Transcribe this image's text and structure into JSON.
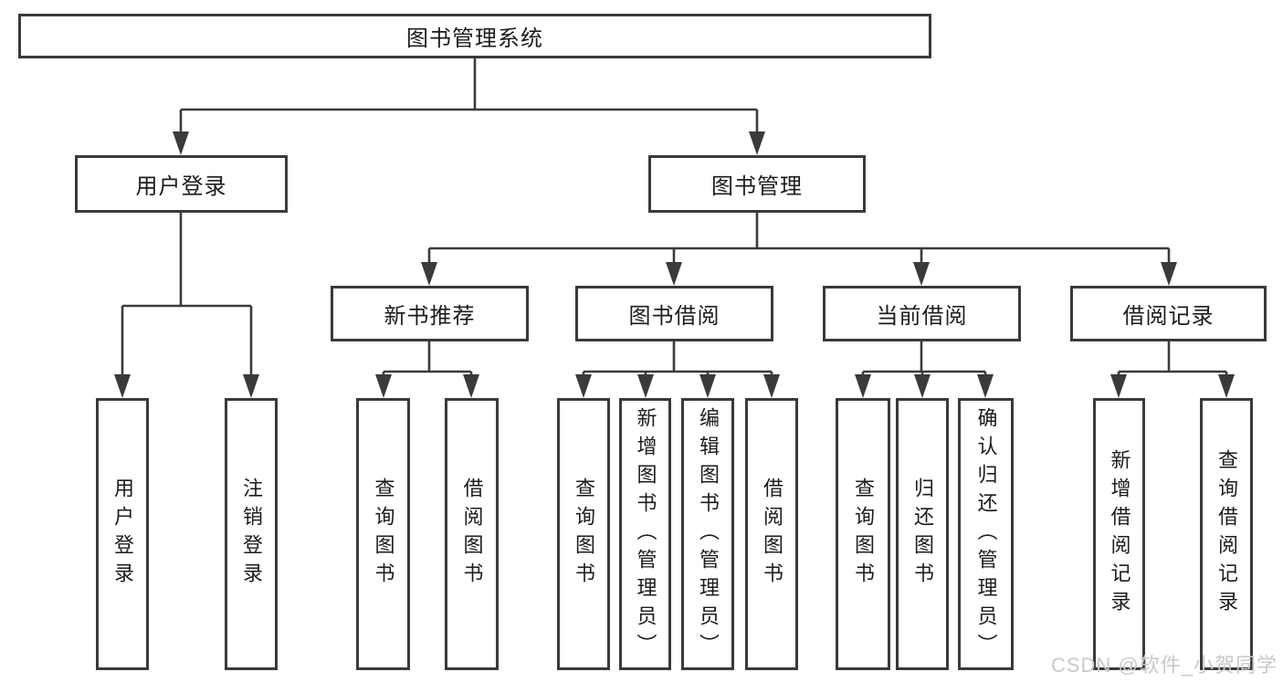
{
  "tree": {
    "root": {
      "label": "图书管理系统"
    },
    "branches": [
      {
        "label": "用户登录",
        "children": [
          {
            "label": "用户登录"
          },
          {
            "label": "注销登录"
          }
        ]
      },
      {
        "label": "图书管理",
        "children": [
          {
            "label": "新书推荐",
            "children": [
              {
                "label": "查询图书"
              },
              {
                "label": "借阅图书"
              }
            ]
          },
          {
            "label": "图书借阅",
            "children": [
              {
                "label": "查询图书"
              },
              {
                "label": "新增图书（管理员）"
              },
              {
                "label": "编辑图书（管理员）"
              },
              {
                "label": "借阅图书"
              }
            ]
          },
          {
            "label": "当前借阅",
            "children": [
              {
                "label": "查询图书"
              },
              {
                "label": "归还图书"
              },
              {
                "label": "确认归还（管理员）"
              }
            ]
          },
          {
            "label": "借阅记录",
            "children": [
              {
                "label": "新增借阅记录"
              },
              {
                "label": "查询借阅记录"
              }
            ]
          }
        ]
      }
    ]
  },
  "watermark": {
    "text": "CSDN @软件_小贺同学"
  },
  "colors": {
    "line": "#3a3a3a",
    "text": "#1c1c1c",
    "background": "#ffffff",
    "watermark": "#c9c9c9"
  }
}
